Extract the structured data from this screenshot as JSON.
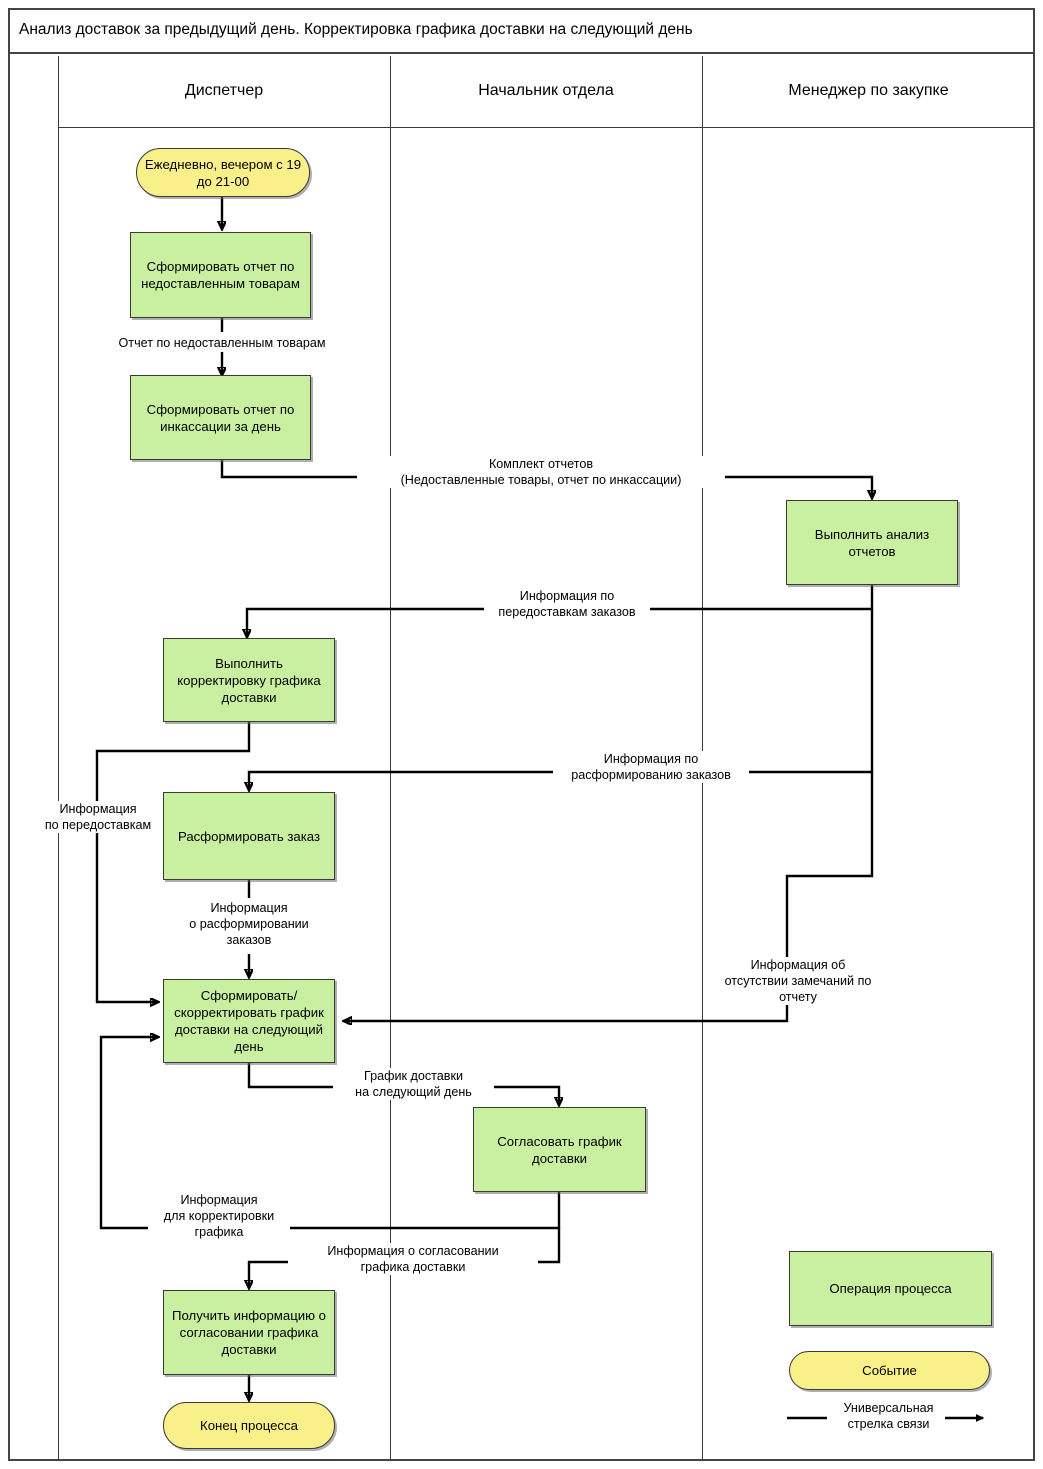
{
  "diagram": {
    "title": "Анализ доставок за предыдущий день. Корректировка графика доставки на следующий день",
    "type": "cross-functional-flowchart",
    "colors": {
      "process_fill": "#c9f0a0",
      "event_fill": "#faf08a",
      "stroke": "#3a3a3a",
      "connector": "#000000",
      "frame": "#444444"
    }
  },
  "lanes": [
    {
      "id": "dispatcher",
      "label": "Диспетчер"
    },
    {
      "id": "head_of_department",
      "label": "Начальник отдела"
    },
    {
      "id": "purchasing_manager",
      "label": "Менеджер по закупке"
    }
  ],
  "nodes": [
    {
      "id": "start",
      "lane": "dispatcher",
      "shape": "event",
      "label": "Ежедневно, вечером\nс 19 до 21-00"
    },
    {
      "id": "report_undelivered",
      "lane": "dispatcher",
      "shape": "process",
      "label": "Сформировать отчет\nпо недоставленным\nтоварам"
    },
    {
      "id": "report_collection",
      "lane": "dispatcher",
      "shape": "process",
      "label": "Сформировать отчет\nпо инкассации за\nдень"
    },
    {
      "id": "analyze_reports",
      "lane": "purchasing_manager",
      "shape": "process",
      "label": "Выполнить анализ\nотчетов"
    },
    {
      "id": "adjust_schedule",
      "lane": "dispatcher",
      "shape": "process",
      "label": "Выполнить\nкорректировку\nграфика доставки"
    },
    {
      "id": "disband_order",
      "lane": "dispatcher",
      "shape": "process",
      "label": "Расформировать\nзаказ"
    },
    {
      "id": "create_correct_schedule",
      "lane": "dispatcher",
      "shape": "process",
      "label": "Сформировать/\nскорректировать\nграфик доставки на\nследующий день"
    },
    {
      "id": "approve_schedule",
      "lane": "head_of_department",
      "shape": "process",
      "label": "Согласовать график\nдоставки"
    },
    {
      "id": "receive_approval_info",
      "lane": "dispatcher",
      "shape": "process",
      "label": "Получить\nинформацию о\nсогласовании\nграфика доставки"
    },
    {
      "id": "end",
      "lane": "dispatcher",
      "shape": "event",
      "label": "Конец процесса"
    }
  ],
  "flow_labels": [
    {
      "id": "undelivered_report",
      "text": "Отчет по недоставленным товарам"
    },
    {
      "id": "report_set",
      "text": "Комплект отчетов\n(Недоставленные товары, отчет по инкассации)"
    },
    {
      "id": "redelivery_info",
      "text": "Информация по\nпередоставкам заказов"
    },
    {
      "id": "disband_info_lane",
      "text": "Информация по\nрасформированию заказов"
    },
    {
      "id": "redelivery_info_left",
      "text": "Информация\nпо передоставкам"
    },
    {
      "id": "disband_info",
      "text": "Информация\nо расформировании\nзаказов"
    },
    {
      "id": "no_remarks_info",
      "text": "Информация об\nотсутствии замечаний по\nотчету"
    },
    {
      "id": "next_day_schedule",
      "text": "График доставки\nна следующий день"
    },
    {
      "id": "correction_info",
      "text": "Информация\nдля корректировки\nграфика"
    },
    {
      "id": "approval_info",
      "text": "Информация о согласовании\nграфика доставки"
    }
  ],
  "legend": {
    "process_label": "Операция процесса",
    "event_label": "Событие",
    "arrow_label": "Универсальная\nстрелка связи"
  }
}
